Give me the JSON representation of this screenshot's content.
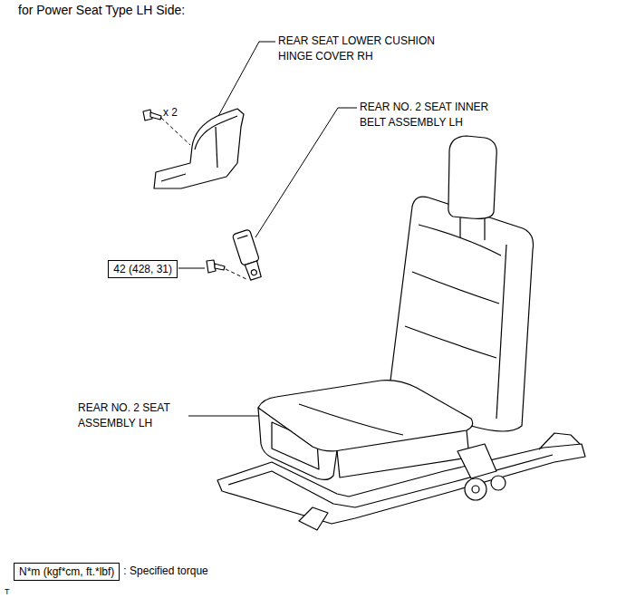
{
  "diagram": {
    "title": "for Power Seat Type LH Side:",
    "nodes": [
      {
        "text": [
          "42 (428, 31)"
        ]
      },
      {
        "text": [
          "N*m (kgf*cm, ft.*lbf)"
        ]
      }
    ],
    "labels": [
      "REAR SEAT LOWER CUSHION HINGE COVER RH",
      "x 2",
      "REAR NO. 2 SEAT INNER BELT ASSEMBLY LH",
      "REAR NO. 2 SEAT ASSEMBLY LH",
      ": Specified torque",
      "T"
    ]
  }
}
